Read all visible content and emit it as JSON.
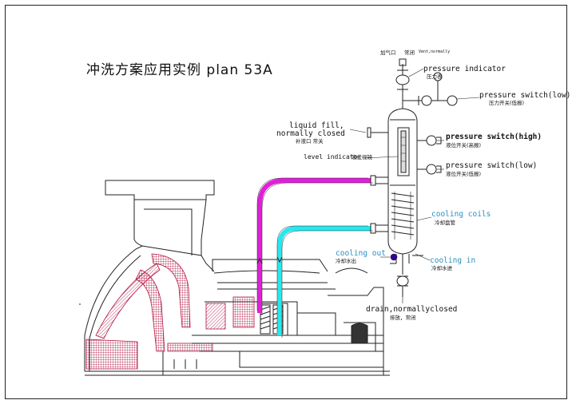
{
  "title": "冲洗方案应用实例   plan 53A",
  "labels": {
    "vent_top_zh": "加气口",
    "vent_top_zh2": "常闭",
    "vent_top_en": "Vent,normally",
    "pressure_indicator_en": "pressure indicator",
    "pressure_indicator_zh": "压力表",
    "pressure_switch_low_en": "pressure switch(low)",
    "pressure_switch_low_zh": "压力开关(低报)",
    "liquid_fill_en_1": "liquid fill,",
    "liquid_fill_en_2": "normally closed",
    "liquid_fill_zh": "补液口 常关",
    "level_indicator_en": "level indicator",
    "level_indicator_zh": "液位视镜",
    "level_switch_high_en": "pressure switch(high)",
    "level_switch_high_zh": "液位开关(高报)",
    "level_switch_low_en": "pressure switch(low)",
    "level_switch_low_zh": "液位开关(低报)",
    "cooling_coils_en": "cooling coils",
    "cooling_coils_zh": "冷却盘管",
    "cooling_out_en": "cooling out",
    "cooling_out_zh": "冷却水出",
    "cooling_in_en": "cooling in",
    "cooling_in_zh": "冷却水进",
    "drain_en": "drain,normallyclosed",
    "drain_zh": "排放，常闭"
  },
  "colors": {
    "outline": "#222222",
    "hot_line": "#e020d8",
    "cold_line": "#27e8ee",
    "cooling_label": "#2a8fc0",
    "hatch": "#b01040",
    "cooling_out_dot": "#3300a0"
  }
}
